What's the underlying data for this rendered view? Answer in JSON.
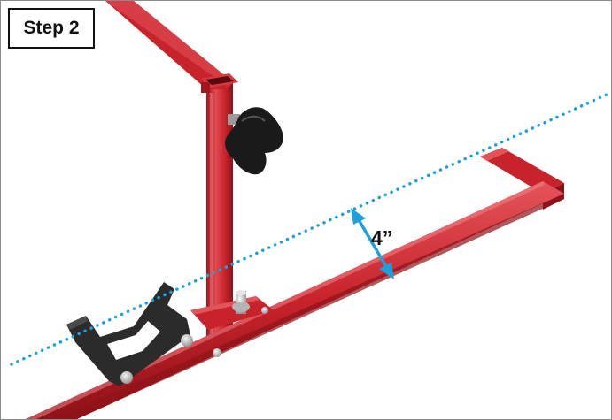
{
  "step_label": "Step 2",
  "measurement_label": "4”",
  "colors": {
    "frame_red": "#c8232b",
    "frame_red_dark": "#8e1218",
    "frame_red_light": "#e3545a",
    "guide_line": "#1ea0dc",
    "knob": "#1a1a1a",
    "bracket": "#2b2b2b",
    "hardware": "#c9c9c9"
  },
  "icons": {
    "measurement_arrow": "double-headed-arrow",
    "guide_line": "dotted-line"
  }
}
